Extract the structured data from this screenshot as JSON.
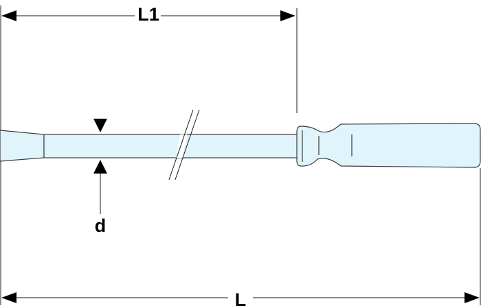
{
  "colors": {
    "part_fill": "#dff4fb",
    "outline": "#3a3a3a",
    "dimension": "#000000"
  },
  "labels": {
    "L1": "L1",
    "L": "L",
    "d": "d"
  }
}
